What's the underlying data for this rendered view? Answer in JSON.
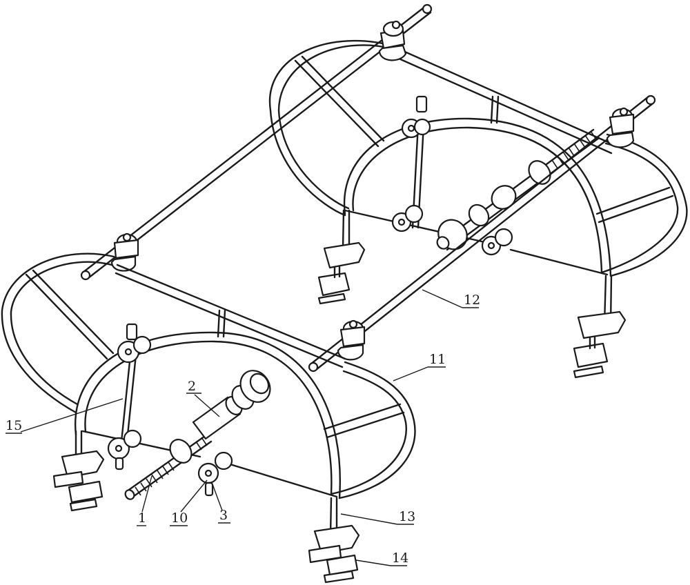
{
  "callouts": [
    {
      "id": "1",
      "text": "1"
    },
    {
      "id": "2",
      "text": "2"
    },
    {
      "id": "3",
      "text": "3"
    },
    {
      "id": "10",
      "text": "10"
    },
    {
      "id": "11",
      "text": "11"
    },
    {
      "id": "12",
      "text": "12"
    },
    {
      "id": "13",
      "text": "13"
    },
    {
      "id": "14",
      "text": "14"
    },
    {
      "id": "15",
      "text": "15"
    }
  ],
  "line_color": "#1a1a1a",
  "background": "#ffffff"
}
